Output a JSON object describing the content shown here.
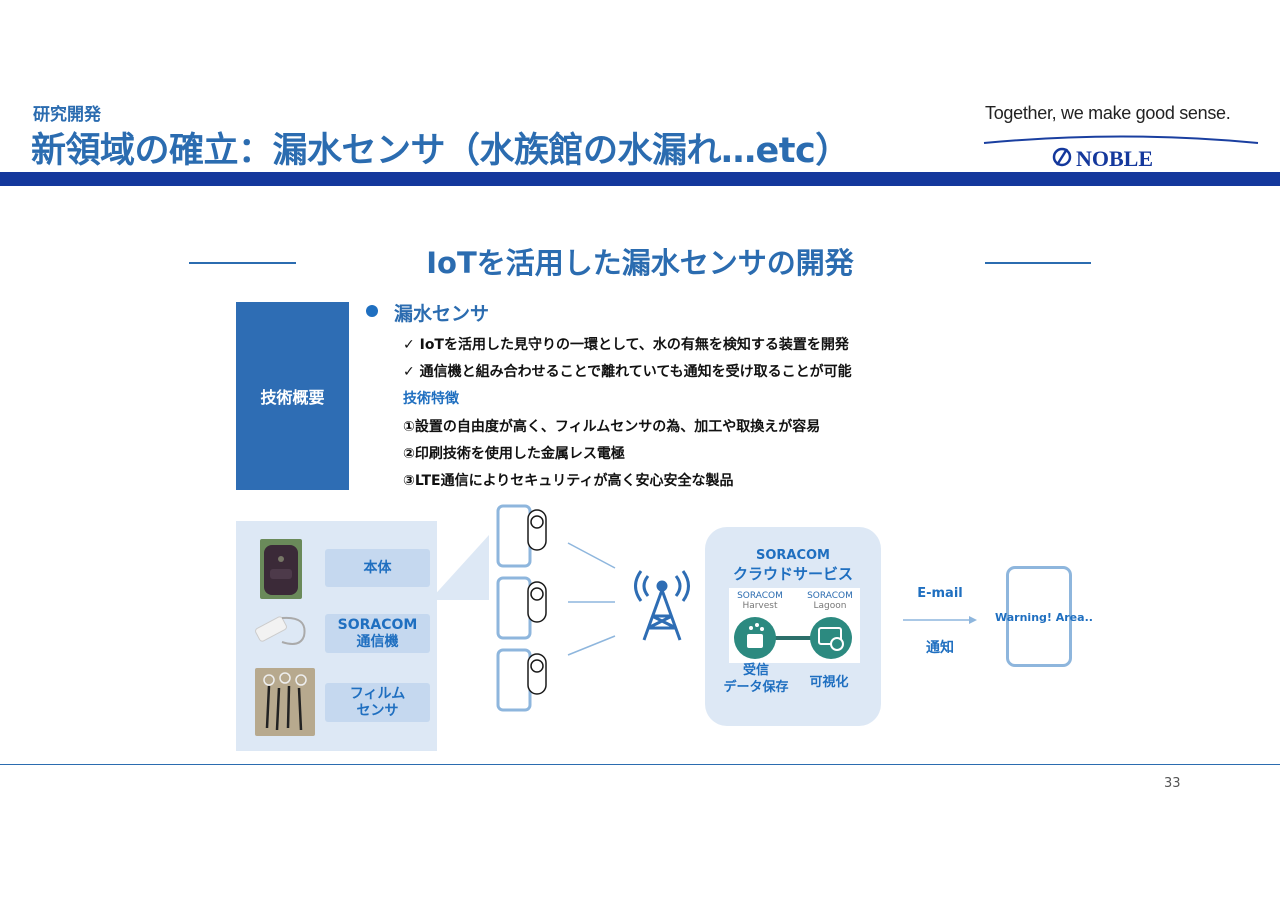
{
  "header": {
    "category": "研究開発",
    "title": "新領域の確立：漏水センサ（水族館の水漏れ…etc）",
    "tagline": "Together, we make good sense.",
    "logo_text": "NOBLE"
  },
  "section_title": "IoTを活用した漏水センサの開発",
  "overview": {
    "label": "技術概要",
    "bullet_heading": "漏水センサ",
    "checks": [
      "✓ IoTを活用した見守りの一環として、水の有無を検知する装置を開発",
      "✓ 通信機と組み合わせることで離れていても通知を受け取ることが可能"
    ],
    "features_heading": "技術特徴",
    "features": [
      "①設置の自由度が高く、フィルムセンサの為、加工や取換えが容易",
      "②印刷技術を使用した金属レス電極",
      "③LTE通信によりセキュリティが高く安心安全な製品"
    ]
  },
  "diagram": {
    "components": [
      "本体",
      "SORACOM\n通信機",
      "フィルム\nセンサ"
    ],
    "cloud": {
      "line1": "SORACOM",
      "line2": "クラウドサービス",
      "harvest_name": "SORACOM",
      "harvest_sub": "Harvest",
      "lagoon_name": "SORACOM",
      "lagoon_sub": "Lagoon",
      "receive_label": "受信\nデータ保存",
      "visualize_label": "可視化"
    },
    "email_label": "E-mail",
    "notify_label": "通知",
    "warning_text": "Warning! Area.."
  },
  "colors": {
    "brand_blue": "#2b6cb0",
    "bar_navy": "#14389c",
    "panel_bg": "#dde8f5"
  },
  "page_number": "33"
}
